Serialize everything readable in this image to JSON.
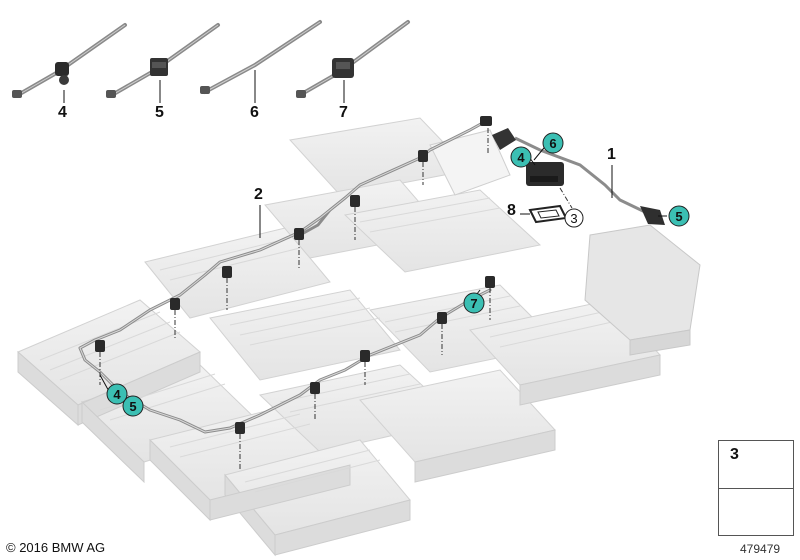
{
  "parts_row": {
    "labels": [
      "4",
      "5",
      "6",
      "7"
    ]
  },
  "callouts": {
    "part1": "1",
    "part2": "2",
    "part3": "3",
    "part8": "8"
  },
  "bubbles": {
    "teal_4_top": "4",
    "teal_6": "6",
    "teal_5_right": "5",
    "teal_7": "7",
    "teal_4_left": "4",
    "teal_5_left": "5",
    "circle_3": "3"
  },
  "detail_panel": {
    "screw_label": "3"
  },
  "footer": {
    "copyright": "© 2016 BMW AG",
    "image_number": "479479"
  },
  "colors": {
    "teal": "#3bbfb3",
    "cable": "#9a9a9a",
    "battery": "#e9e9e9",
    "outline": "#cfcfcf"
  }
}
